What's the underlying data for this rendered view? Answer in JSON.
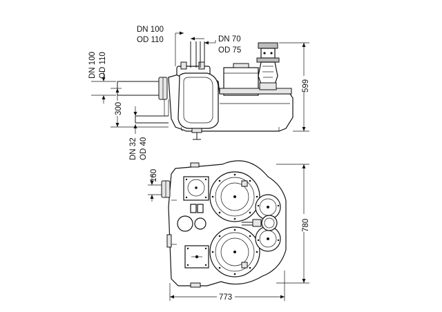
{
  "labels": {
    "inlet_top_line1": "DN 100",
    "inlet_top_line2": "OD 110",
    "vent_line1": "DN 70",
    "vent_line2": "OD 75",
    "inlet_side_line1": "DN 100",
    "inlet_side_line2": "OD 110",
    "inlet_height": "300",
    "outlet_line1": "DN 32",
    "outlet_line2": "OD 40",
    "total_height": "599",
    "offset_160": "160",
    "depth": "780",
    "width": "773"
  }
}
